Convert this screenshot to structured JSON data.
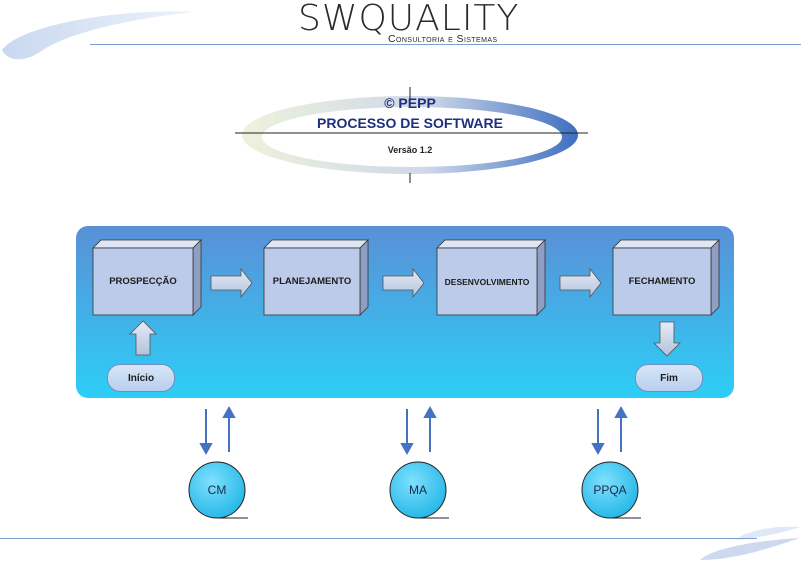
{
  "header": {
    "logo_main": "SWQUALITY",
    "logo_sub": "Consultoria e Sistemas"
  },
  "title": {
    "copyright_name": "© PEPP",
    "name": "PROCESSO DE SOFTWARE",
    "version": "Versão 1.2"
  },
  "phases": [
    {
      "label": "PROSPECÇÃO"
    },
    {
      "label": "PLANEJAMENTO"
    },
    {
      "label": "DESENVOLVIMENTO"
    },
    {
      "label": "FECHAMENTO"
    }
  ],
  "start_label": "Início",
  "end_label": "Fim",
  "support_processes": [
    {
      "label": "CM"
    },
    {
      "label": "MA"
    },
    {
      "label": "PPQA"
    }
  ],
  "colors": {
    "panel_top": "#5a8fd6",
    "panel_bottom": "#2ccff7",
    "box_face": "#bccbea",
    "arrow_blue": "#4672c4",
    "circle_fill": "#39c4ef",
    "title_blue": "#1d2f7f"
  }
}
